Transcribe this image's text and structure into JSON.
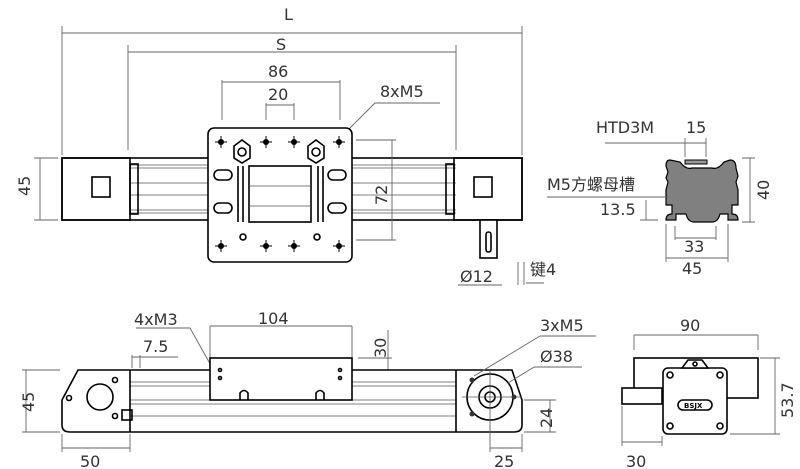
{
  "top_view": {
    "dim_L": "L",
    "dim_S": "S",
    "dim_86": "86",
    "dim_20": "20",
    "holes_label": "8xM5",
    "dim_height": "45",
    "dim_72": "72",
    "shaft_dia": "Ø12",
    "key_label": "键4"
  },
  "profile_view": {
    "belt_label": "HTD3M",
    "dim_15": "15",
    "slot_label": "M5方螺母槽",
    "dim_13_5": "13.5",
    "dim_40": "40",
    "dim_33": "33",
    "dim_45": "45"
  },
  "side_view": {
    "holes_m3": "4xM3",
    "dim_104": "104",
    "dim_7_5": "7.5",
    "dim_30": "30",
    "holes_m5": "3xM5",
    "dia_38": "Ø38",
    "dim_45": "45",
    "dim_24": "24",
    "dim_50": "50",
    "dim_25": "25"
  },
  "end_view": {
    "dim_90": "90",
    "dim_53_7": "53.7",
    "dim_30": "30",
    "brand": "BSJX"
  }
}
